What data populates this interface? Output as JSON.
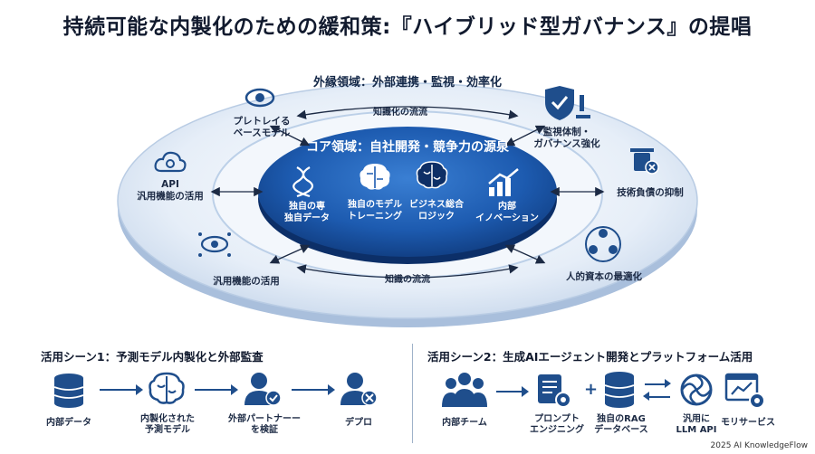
{
  "title": "持続可能な内製化のための緩和策:『ハイブリッド型ガバナンス』の提唱",
  "outer": {
    "title": "外縁領域：外部連携・監視・効率化",
    "flow_top": "知識化の流流",
    "flow_bottom": "知識の流流",
    "items": {
      "pretrained": "プレトレイる\nベースモデル",
      "api": "API\n汎用機能の活用",
      "general": "汎用機能の活用",
      "monitoring": "監視体制・\nガバナンス強化",
      "debt": "技術負債の抑制",
      "human": "人的資本の最適化"
    }
  },
  "core": {
    "title": "コア領域：自社開発・競争力の源泉",
    "items": {
      "data": "独自の専\n独自データ",
      "training": "独自のモデル\nトレーニング",
      "logic": "ビジネス総合\nロジック",
      "innovation": "内部\nイノベーション"
    }
  },
  "scene1": {
    "title": "活用シーン1：予測モデル内製化と外部監査",
    "steps": [
      "内部データ",
      "内製化された\n予測モデル",
      "外部パートナーー\nを検証",
      "デプロ"
    ]
  },
  "scene2": {
    "title": "活用シーン2：生成AIエージェント開発とプラットフォーム活用",
    "steps": [
      "内部チーム",
      "プロンプト\nエンジニング",
      "独自のRAG\nデータベース",
      "汎用に\nLLM API",
      "モリサービス"
    ]
  },
  "footer": "2025 AI KnowledgeFlow",
  "colors": {
    "primary": "#1f4e8c",
    "core_dark": "#123f86",
    "core_light": "#2f6fc4",
    "outer_fill": "#dce7f4",
    "ring": "#b9cce4"
  }
}
